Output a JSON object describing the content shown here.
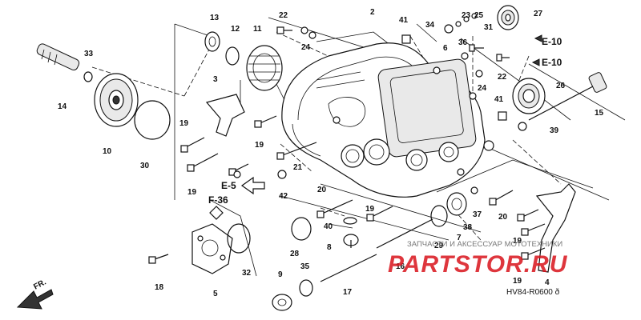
{
  "diagram": {
    "code": "HV84-R0600 ð",
    "part_numbers": [
      "2",
      "3",
      "4",
      "5",
      "6",
      "7",
      "8",
      "9",
      "10",
      "11",
      "12",
      "13",
      "14",
      "15",
      "16",
      "17",
      "18",
      "19",
      "20",
      "21",
      "22",
      "23",
      "24",
      "25",
      "26",
      "27",
      "28",
      "29",
      "30",
      "31",
      "32",
      "33",
      "34",
      "35",
      "36",
      "37",
      "38",
      "39",
      "40",
      "41",
      "42"
    ],
    "reference_labels": [
      "E-10",
      "E-10",
      "E-5",
      "F-36"
    ],
    "direction_label": "FR."
  },
  "watermark": {
    "caption": "ЗАПЧАСТИ И АКСЕССУАР МОТОТЕХНИКИ",
    "site": "PARTSTOR.RU",
    "color": "#d9141c"
  }
}
